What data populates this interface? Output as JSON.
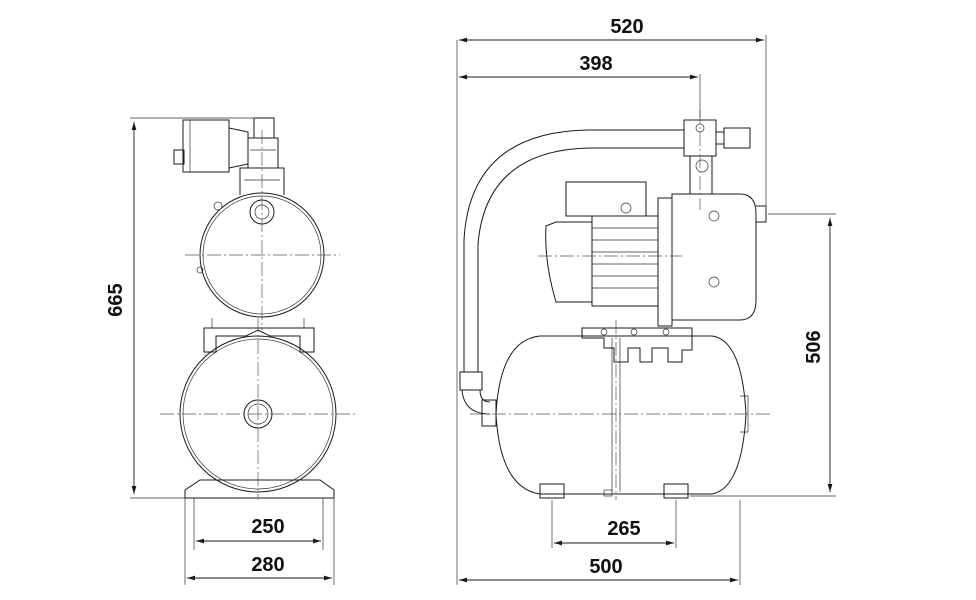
{
  "dimensions": {
    "front_height": "665",
    "front_inner_width": "250",
    "front_outer_width": "280",
    "side_total_width": "520",
    "side_outlet_width": "398",
    "side_outlet_height": "506",
    "side_foot_spacing": "265",
    "side_tank_length": "500"
  }
}
